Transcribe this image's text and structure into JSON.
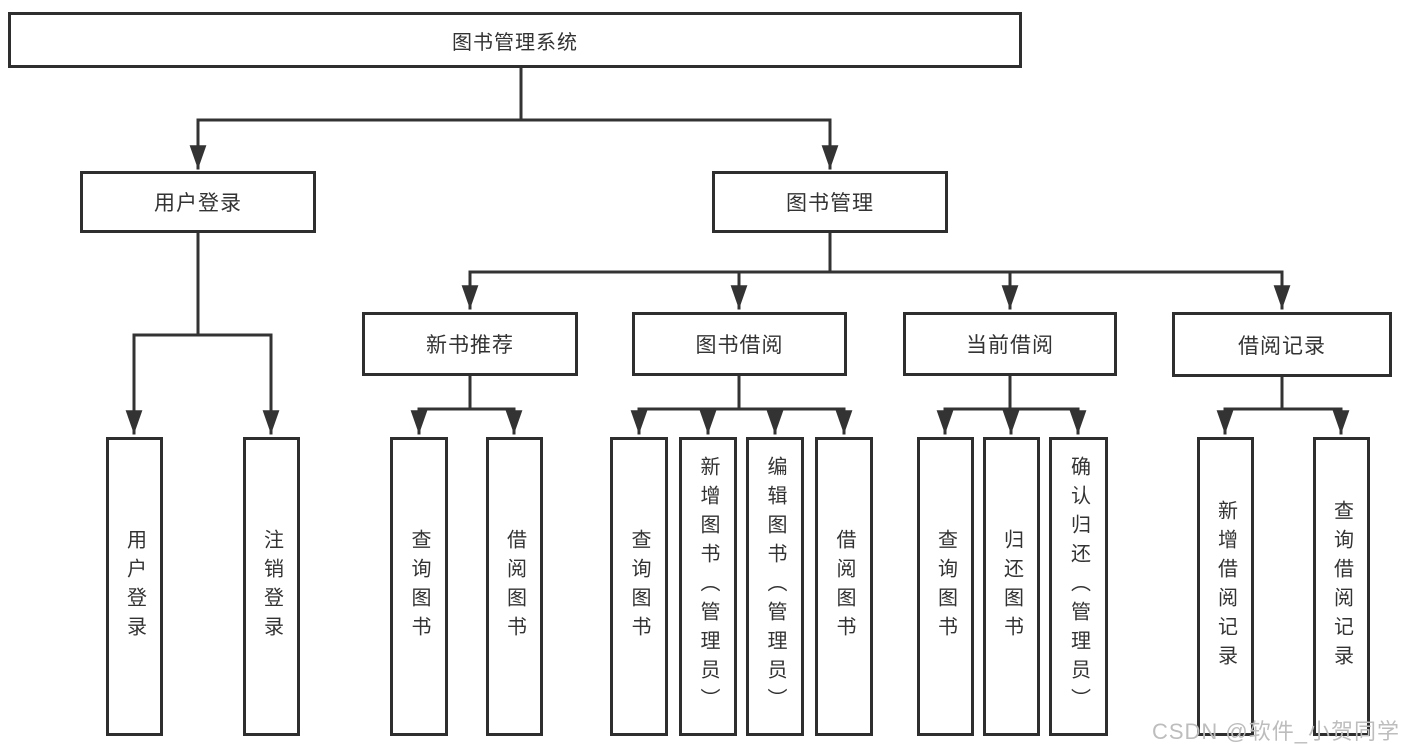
{
  "diagram": {
    "root": {
      "label": "图书管理系统",
      "children": [
        {
          "label": "用户登录",
          "children": [
            {
              "label": "用户登录"
            },
            {
              "label": "注销登录"
            }
          ]
        },
        {
          "label": "图书管理",
          "children": [
            {
              "label": "新书推荐",
              "children": [
                {
                  "label": "查询图书"
                },
                {
                  "label": "借阅图书"
                }
              ]
            },
            {
              "label": "图书借阅",
              "children": [
                {
                  "label": "查询图书"
                },
                {
                  "label": "新增图书（管理员）"
                },
                {
                  "label": "编辑图书（管理员）"
                },
                {
                  "label": "借阅图书"
                }
              ]
            },
            {
              "label": "当前借阅",
              "children": [
                {
                  "label": "查询图书"
                },
                {
                  "label": "归还图书"
                },
                {
                  "label": "确认归还（管理员）"
                }
              ]
            },
            {
              "label": "借阅记录",
              "children": [
                {
                  "label": "新增借阅记录"
                },
                {
                  "label": "查询借阅记录"
                }
              ]
            }
          ]
        }
      ]
    },
    "watermark": {
      "text": "CSDN @软件_小贺同学",
      "color": "#bdbdbd"
    },
    "colors": {
      "node_border": "#2e2e2e",
      "node_fill": "#ffffff",
      "connector": "#333333",
      "text": "#333333",
      "background": "#ffffff"
    }
  }
}
